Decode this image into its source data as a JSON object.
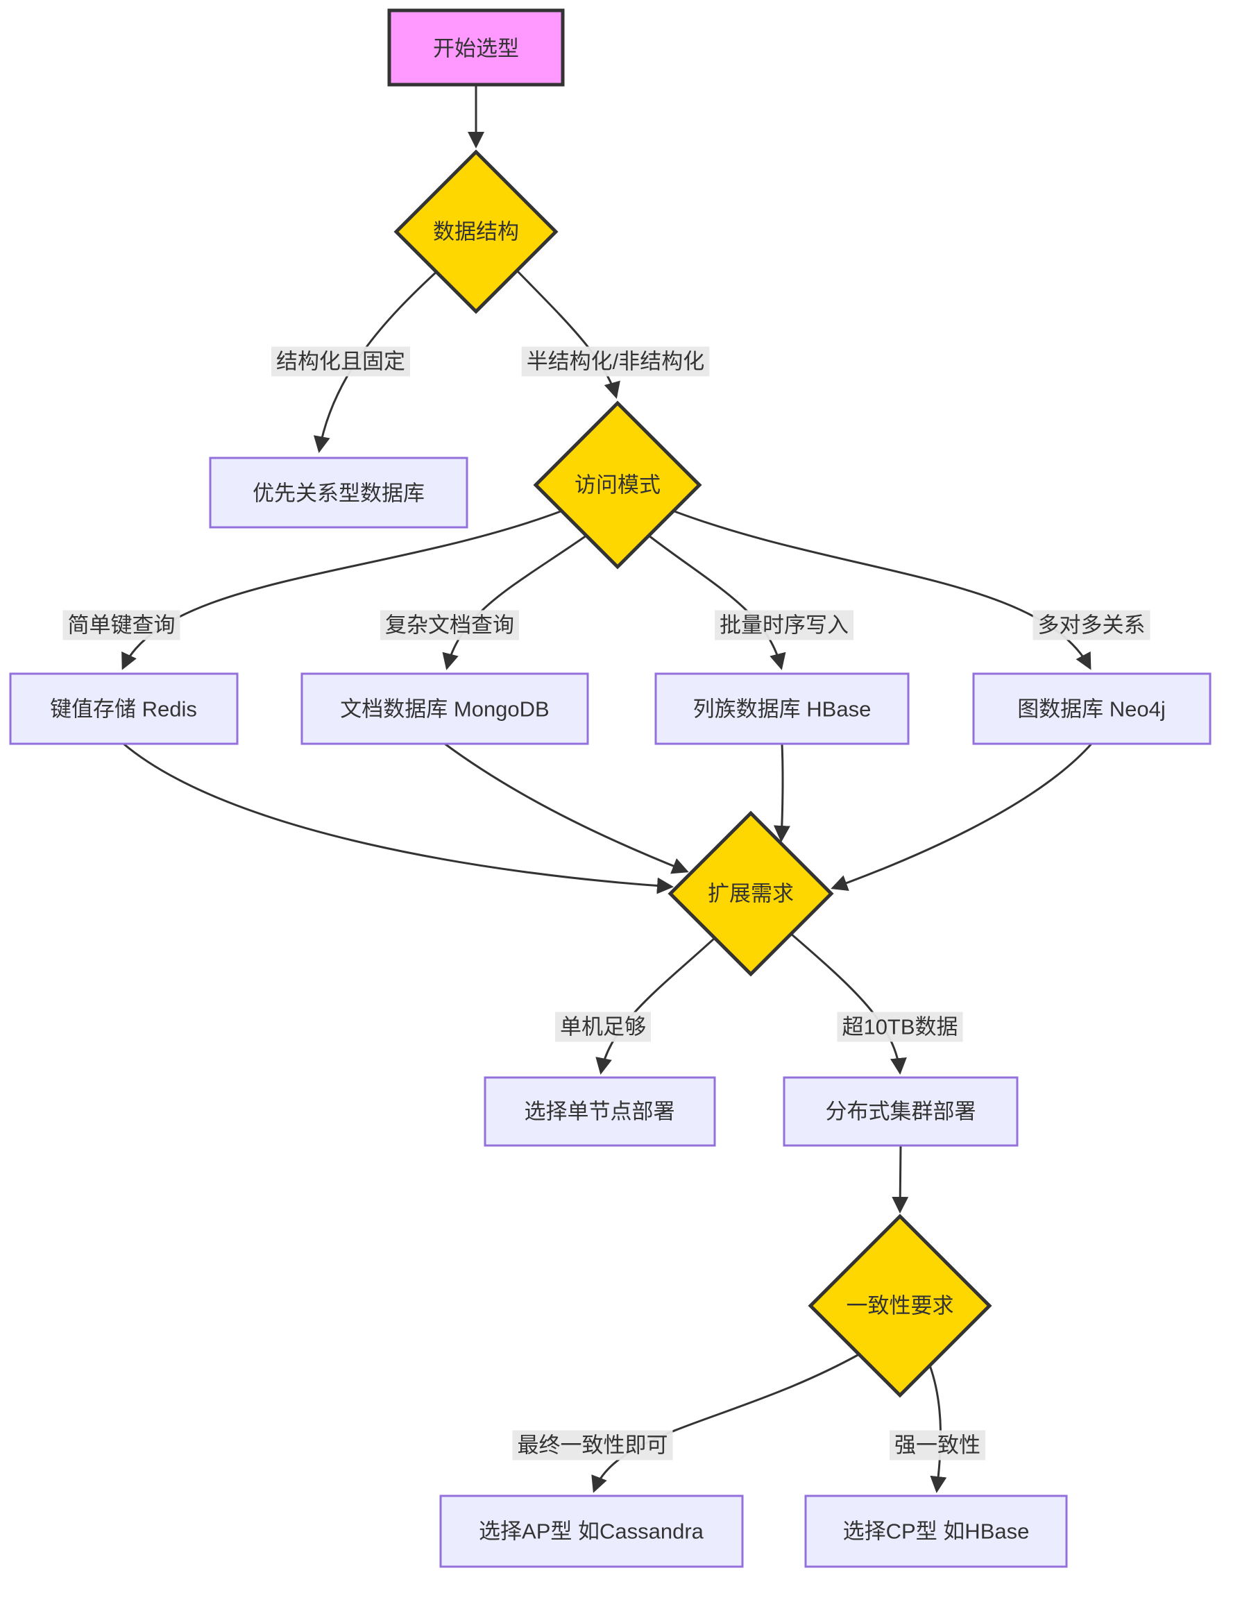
{
  "diagram": {
    "type": "flowchart",
    "direction": "top-down",
    "nodes": {
      "start": {
        "label": "开始选型",
        "shape": "rect",
        "fill": "#FF99FF"
      },
      "data_structure": {
        "label": "数据结构",
        "shape": "diamond",
        "fill": "#FFD700"
      },
      "relational": {
        "label": "优先关系型数据库",
        "shape": "rect",
        "fill": "#ECECFF"
      },
      "access_pattern": {
        "label": "访问模式",
        "shape": "diamond",
        "fill": "#FFD700"
      },
      "redis": {
        "label": "键值存储 Redis",
        "shape": "rect",
        "fill": "#ECECFF"
      },
      "mongodb": {
        "label": "文档数据库 MongoDB",
        "shape": "rect",
        "fill": "#ECECFF"
      },
      "hbase": {
        "label": "列族数据库 HBase",
        "shape": "rect",
        "fill": "#ECECFF"
      },
      "neo4j": {
        "label": "图数据库 Neo4j",
        "shape": "rect",
        "fill": "#ECECFF"
      },
      "scaling": {
        "label": "扩展需求",
        "shape": "diamond",
        "fill": "#FFD700"
      },
      "single_node": {
        "label": "选择单节点部署",
        "shape": "rect",
        "fill": "#ECECFF"
      },
      "distributed": {
        "label": "分布式集群部署",
        "shape": "rect",
        "fill": "#ECECFF"
      },
      "consistency": {
        "label": "一致性要求",
        "shape": "diamond",
        "fill": "#FFD700"
      },
      "ap_type": {
        "label": "选择AP型 如Cassandra",
        "shape": "rect",
        "fill": "#ECECFF"
      },
      "cp_type": {
        "label": "选择CP型 如HBase",
        "shape": "rect",
        "fill": "#ECECFF"
      }
    },
    "edge_labels": {
      "structured_fixed": "结构化且固定",
      "semi_unstructured": "半结构化/非结构化",
      "simple_key_query": "简单键查询",
      "complex_doc_query": "复杂文档查询",
      "batch_timeseries_write": "批量时序写入",
      "many_to_many": "多对多关系",
      "single_machine_enough": "单机足够",
      "over_10tb": "超10TB数据",
      "eventual_consistency_ok": "最终一致性即可",
      "strong_consistency": "强一致性"
    },
    "colors": {
      "start_fill": "#FF99FF",
      "decision_fill": "#FFD700",
      "process_fill": "#ECECFF",
      "process_border": "#9370DB",
      "edge_stroke": "#333333",
      "edge_label_bg": "#e8e8e8",
      "text": "#333333"
    }
  }
}
